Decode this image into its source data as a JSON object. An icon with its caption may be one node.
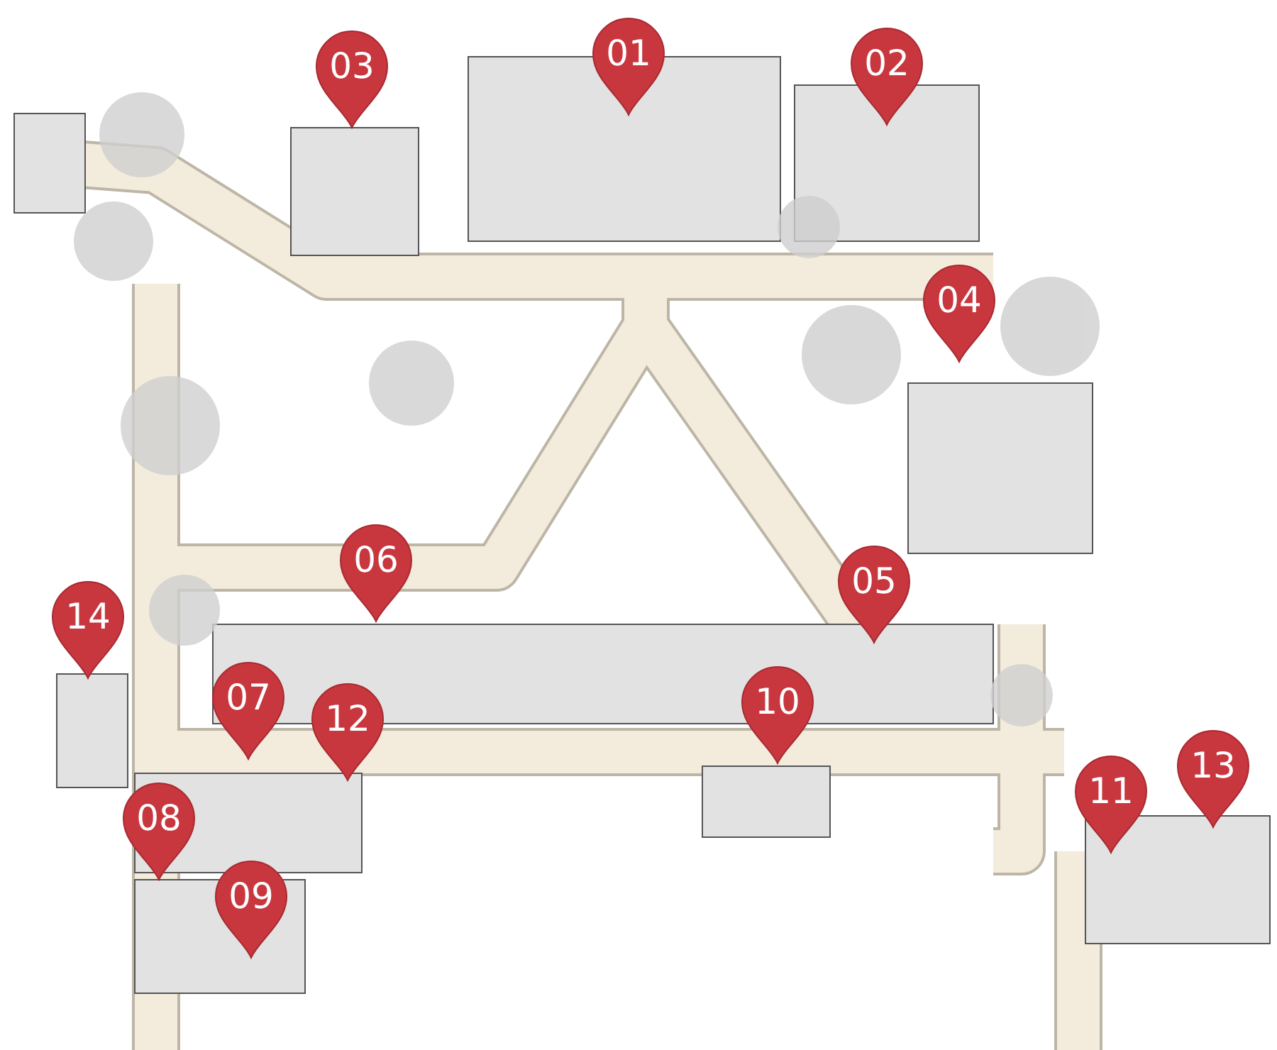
{
  "diagram": {
    "nodes": [
      {
        "text": [
          "01"
        ]
      },
      {
        "text": [
          "02"
        ]
      },
      {
        "text": [
          "03"
        ]
      },
      {
        "text": [
          "04"
        ]
      },
      {
        "text": [
          "06"
        ]
      },
      {
        "text": [
          "05"
        ]
      },
      {
        "text": [
          "14"
        ]
      },
      {
        "text": [
          "07"
        ]
      },
      {
        "text": [
          "10"
        ]
      },
      {
        "text": [
          "12"
        ]
      },
      {
        "text": [
          "13"
        ]
      },
      {
        "text": [
          "11"
        ]
      },
      {
        "text": [
          "08"
        ]
      },
      {
        "text": [
          "09"
        ]
      }
    ]
  }
}
